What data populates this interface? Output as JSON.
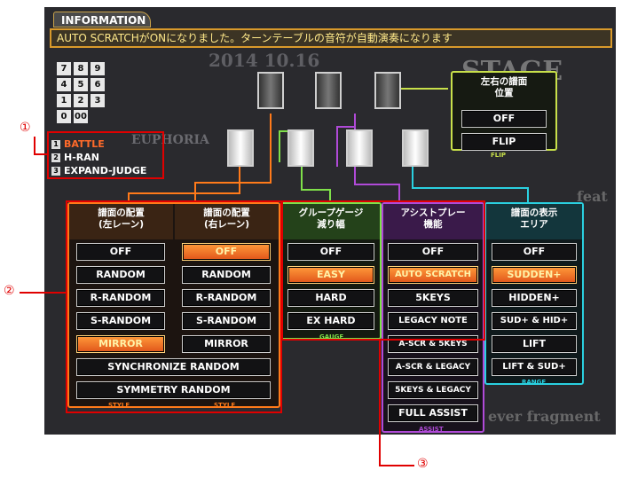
{
  "info": {
    "tag": "INFORMATION",
    "message": "AUTO SCRATCHがONになりました。ターンテーブルの音符が自動演奏になります"
  },
  "background": {
    "date": "2014 10.16",
    "stage": "STAGE",
    "song": "EUPHORIA",
    "song2": "ever fragment",
    "feat": "feat"
  },
  "keypad": [
    "7",
    "8",
    "9",
    "4",
    "5",
    "6",
    "1",
    "2",
    "3",
    "0",
    "00"
  ],
  "options": [
    {
      "num": "1",
      "label": "BATTLE",
      "color": "#ff6a2a"
    },
    {
      "num": "2",
      "label": "H-RAN",
      "color": "#ffffff"
    },
    {
      "num": "3",
      "label": "EXPAND-JUDGE",
      "color": "#ffffff"
    }
  ],
  "flip": {
    "title": "左右の譜面\n位置",
    "buttons": [
      "OFF",
      "FLIP"
    ],
    "footer": "FLIP"
  },
  "style_left": {
    "title": "譜面の配置\n(左レーン)",
    "buttons": [
      "OFF",
      "RANDOM",
      "R-RANDOM",
      "S-RANDOM",
      "MIRROR"
    ],
    "selected": "MIRROR",
    "footer": "STYLE"
  },
  "style_right": {
    "title": "譜面の配置\n(右レーン)",
    "buttons": [
      "OFF",
      "RANDOM",
      "R-RANDOM",
      "S-RANDOM",
      "MIRROR"
    ],
    "selected": "OFF",
    "footer": "STYLE"
  },
  "style_wide": [
    "SYNCHRONIZE RANDOM",
    "SYMMETRY RANDOM"
  ],
  "gauge": {
    "title": "グループゲージ\n減り幅",
    "buttons": [
      "OFF",
      "EASY",
      "HARD",
      "EX HARD"
    ],
    "selected": "EASY",
    "footer": "GAUGE"
  },
  "assist": {
    "title": "アシストプレー\n機能",
    "buttons": [
      "OFF",
      "AUTO SCRATCH",
      "5KEYS",
      "LEGACY NOTE",
      "A-SCR & 5KEYS",
      "A-SCR & LEGACY",
      "5KEYS & LEGACY",
      "FULL ASSIST"
    ],
    "selected": "AUTO SCRATCH",
    "footer": "ASSIST"
  },
  "range": {
    "title": "譜面の表示\nエリア",
    "buttons": [
      "OFF",
      "SUDDEN+",
      "HIDDEN+",
      "SUD+ & HID+",
      "LIFT",
      "LIFT & SUD+"
    ],
    "selected": "SUDDEN+",
    "footer": "RANGE"
  },
  "annotations": [
    "①",
    "②",
    "③"
  ],
  "colors": {
    "style": "#ff7a1a",
    "gauge": "#7fe04a",
    "assist": "#b04ad8",
    "range": "#2ad0e0",
    "flip": "#c8e04a",
    "annotation": "#e00000"
  }
}
